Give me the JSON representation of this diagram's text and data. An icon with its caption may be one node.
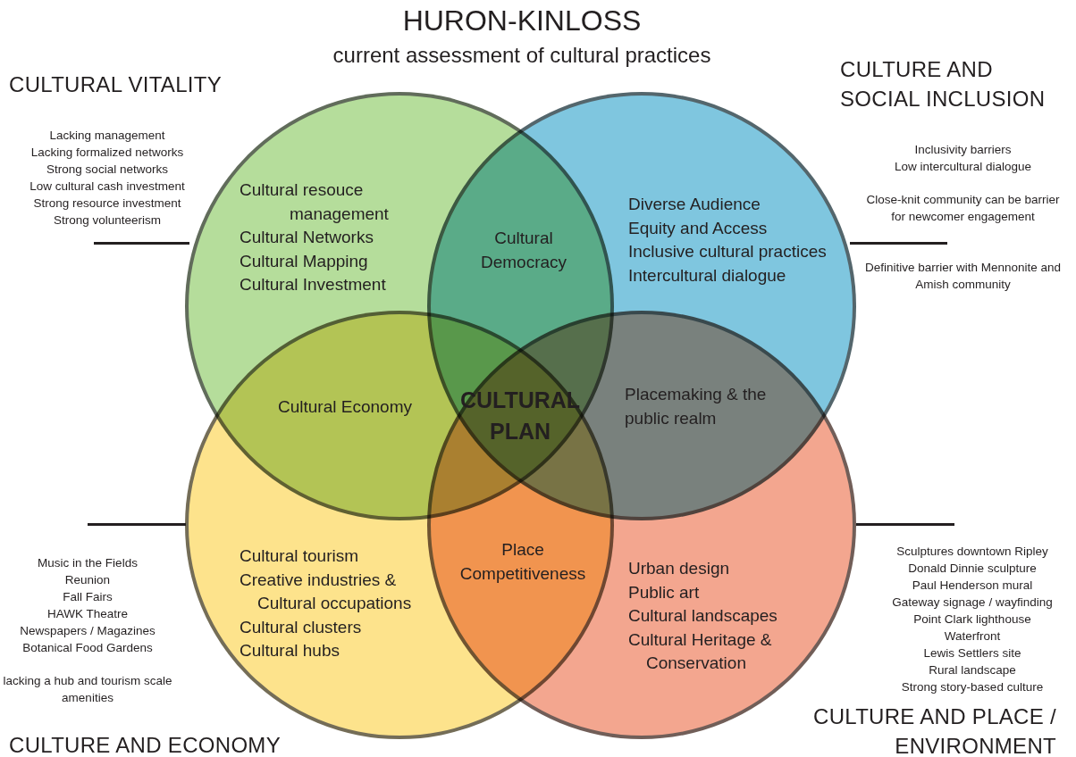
{
  "diagram": {
    "title": "HURON-KINLOSS",
    "nodes": [
      {
        "text": [
          "Cultural resouce management",
          "Cultural Networks",
          "Cultural Mapping",
          "Cultural Investment"
        ],
        "beside": [
          "CULTURAL VITALITY",
          "Lacking management",
          "Lacking formalized networks",
          "Strong social networks",
          "Low cultural cash investment",
          "Strong resource investment",
          "Strong volunteerism"
        ]
      },
      {
        "text": [
          "Diverse Audience",
          "Equity and Access",
          "Inclusive cultural practices",
          "Intercultural dialogue"
        ],
        "beside": [
          "CULTURE AND SOCIAL INCLUSION",
          "Inclusivity barriers",
          "Low intercultural dialogue",
          "Close-knit community can be barrier for newcomer engagement",
          "Definitive barrier with Mennonite and Amish community"
        ]
      },
      {
        "text": [
          "Cultural tourism",
          "Creative industries & Cultural occupations",
          "Cultural clusters",
          "Cultural hubs"
        ],
        "beside": [
          "CULTURE AND ECONOMY",
          "Music in the Fields",
          "Reunion",
          "Fall Fairs",
          "HAWK Theatre",
          "Newspapers / Magazines",
          "Botanical Food Gardens",
          "lacking a hub and tourism scale amenities"
        ]
      },
      {
        "text": [
          "Urban design",
          "Public art",
          "Cultural landscapes",
          "Cultural Heritage & Conservation"
        ],
        "beside": [
          "CULTURE AND PLACE / ENVIRONMENT",
          "Sculptures downtown Ripley",
          "Donald Dinnie sculpture",
          "Paul Henderson mural",
          "Gateway signage / wayfinding",
          "Point Clark lighthouse",
          "Waterfront",
          "Lewis Settlers site",
          "Rural landscape",
          "Strong story-based culture"
        ]
      }
    ],
    "labels": [
      "current assessment of cultural practices",
      "Cultural Democracy",
      "Cultural Economy",
      "CULTURAL PLAN",
      "Placemaking & the public realm",
      "Place Competitiveness"
    ]
  }
}
